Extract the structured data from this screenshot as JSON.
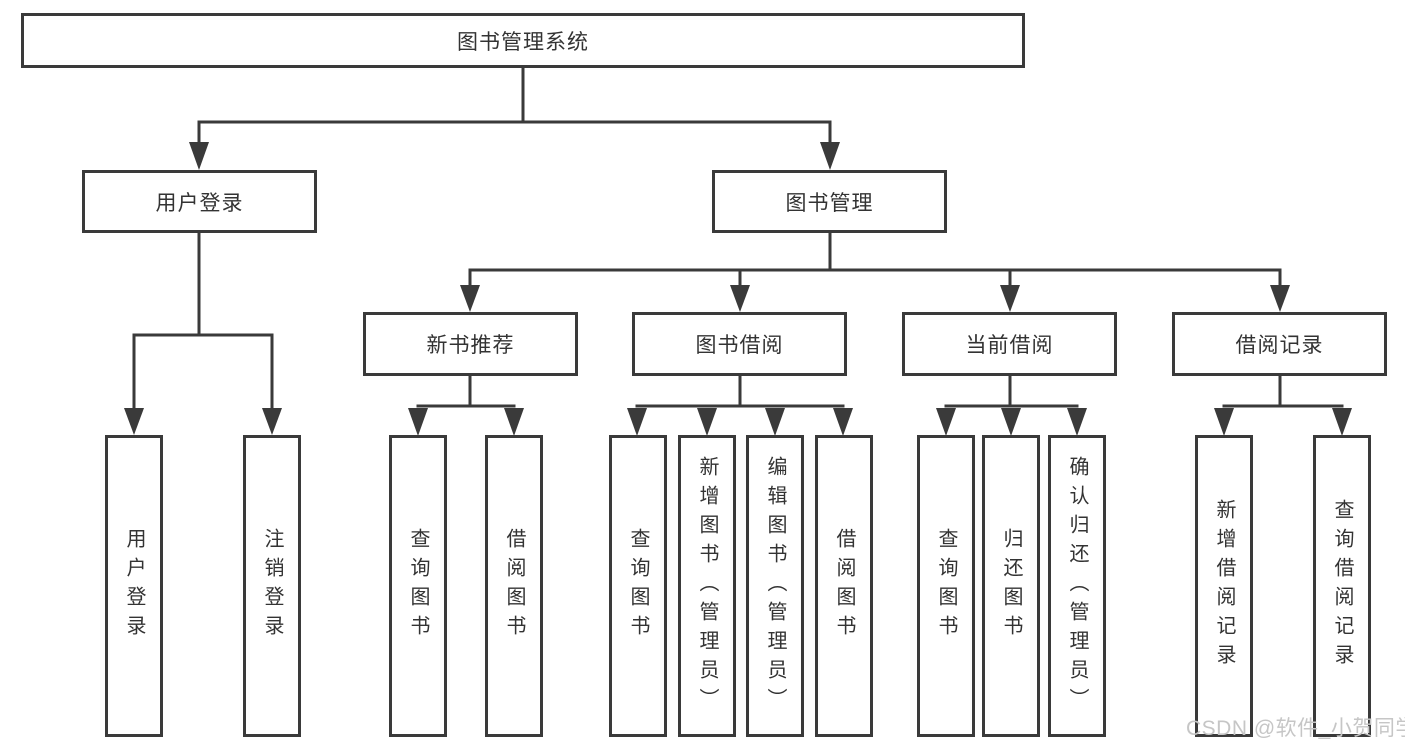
{
  "diagram": {
    "root": "图书管理系统",
    "level2": [
      "用户登录",
      "图书管理"
    ],
    "level3": [
      "新书推荐",
      "图书借阅",
      "当前借阅",
      "借阅记录"
    ],
    "leaves": [
      "用户登录",
      "注销登录",
      "查询图书",
      "借阅图书",
      "查询图书",
      "新增图书（管理员）",
      "编辑图书（管理员）",
      "借阅图书",
      "查询图书",
      "归还图书",
      "确认归还（管理员）",
      "新增借阅记录",
      "查询借阅记录"
    ]
  },
  "watermark": "CSDN @软件_小贺同学",
  "colors": {
    "line": "#3a3a3a",
    "text": "#333333",
    "watermark": "#c6c6c6",
    "background": "#ffffff"
  }
}
